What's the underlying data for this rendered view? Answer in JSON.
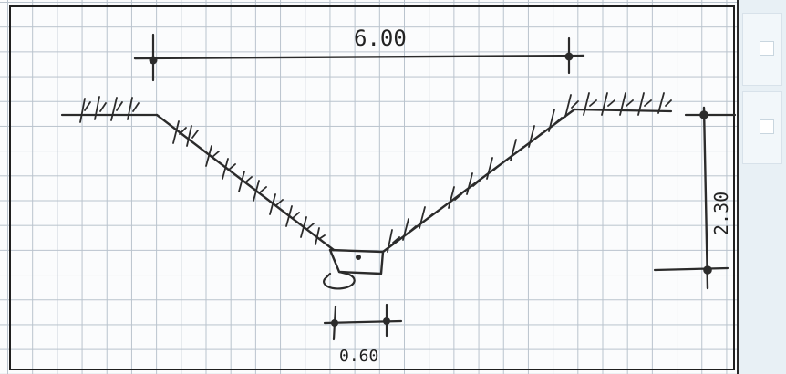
{
  "drawing": {
    "dimensions": {
      "top_width": "6.00",
      "depth": "2.30",
      "bottom_width": "0.60"
    }
  }
}
